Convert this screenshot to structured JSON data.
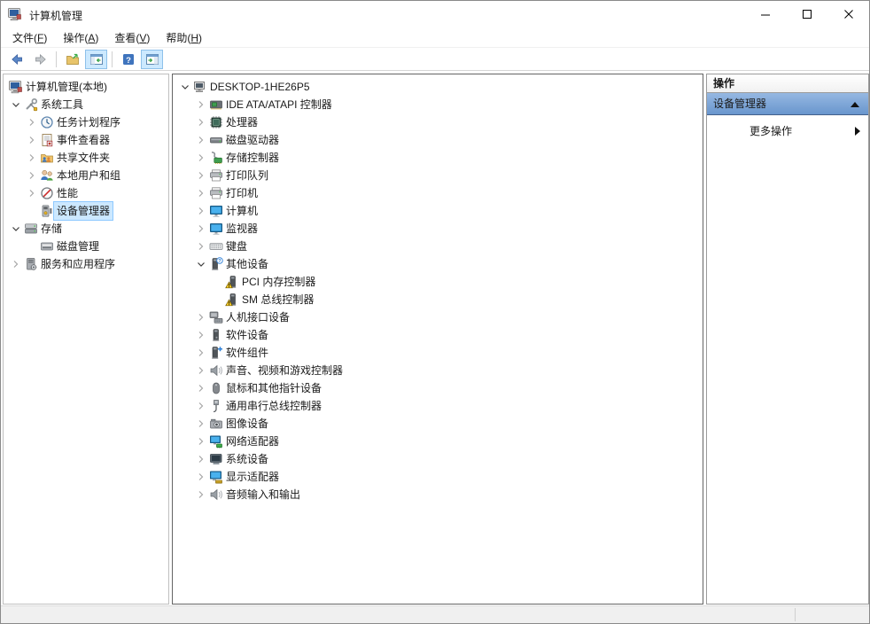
{
  "window": {
    "title": "计算机管理",
    "controls": {
      "minimize": "minimize",
      "maximize": "maximize",
      "close": "close"
    }
  },
  "menu_bar": [
    {
      "pre": "文件(",
      "key": "F",
      "post": ")"
    },
    {
      "pre": "操作(",
      "key": "A",
      "post": ")"
    },
    {
      "pre": "查看(",
      "key": "V",
      "post": ")"
    },
    {
      "pre": "帮助(",
      "key": "H",
      "post": ")"
    }
  ],
  "toolbar": [
    {
      "type": "button",
      "name": "back",
      "icon": "back-arrow-icon",
      "toggled": false
    },
    {
      "type": "button",
      "name": "forward",
      "icon": "forward-arrow-icon",
      "toggled": false
    },
    {
      "type": "sep"
    },
    {
      "type": "button",
      "name": "export",
      "icon": "export-folder-icon",
      "toggled": false
    },
    {
      "type": "button",
      "name": "console-tree",
      "icon": "console-tree-window-icon",
      "toggled": true
    },
    {
      "type": "sep"
    },
    {
      "type": "button",
      "name": "help",
      "icon": "help-icon",
      "toggled": false
    },
    {
      "type": "button",
      "name": "action-pane",
      "icon": "action-pane-window-icon",
      "toggled": true
    }
  ],
  "left_tree": [
    {
      "label": "计算机管理(本地)",
      "icon": "computer-management-icon",
      "level": 0,
      "arrow": "none",
      "selected": false
    },
    {
      "label": "系统工具",
      "icon": "system-tools-icon",
      "level": 1,
      "arrow": "expanded",
      "selected": false
    },
    {
      "label": "任务计划程序",
      "icon": "task-scheduler-icon",
      "level": 2,
      "arrow": "collapsed",
      "selected": false
    },
    {
      "label": "事件查看器",
      "icon": "event-viewer-icon",
      "level": 2,
      "arrow": "collapsed",
      "selected": false
    },
    {
      "label": "共享文件夹",
      "icon": "shared-folders-icon",
      "level": 2,
      "arrow": "collapsed",
      "selected": false
    },
    {
      "label": "本地用户和组",
      "icon": "local-users-groups-icon",
      "level": 2,
      "arrow": "collapsed",
      "selected": false
    },
    {
      "label": "性能",
      "icon": "performance-icon",
      "level": 2,
      "arrow": "collapsed",
      "selected": false
    },
    {
      "label": "设备管理器",
      "icon": "device-manager-icon",
      "level": 2,
      "arrow": "none",
      "selected": true
    },
    {
      "label": "存储",
      "icon": "storage-icon",
      "level": 1,
      "arrow": "expanded",
      "selected": false
    },
    {
      "label": "磁盘管理",
      "icon": "disk-management-icon",
      "level": 2,
      "arrow": "none",
      "selected": false
    },
    {
      "label": "服务和应用程序",
      "icon": "services-applications-icon",
      "level": 1,
      "arrow": "collapsed",
      "selected": false
    }
  ],
  "device_tree": [
    {
      "label": "DESKTOP-1HE26P5",
      "icon": "computer-node-icon",
      "level": 0,
      "arrow": "expanded"
    },
    {
      "label": "IDE ATA/ATAPI 控制器",
      "icon": "ide-controller-icon",
      "level": 1,
      "arrow": "collapsed"
    },
    {
      "label": "处理器",
      "icon": "processor-icon",
      "level": 1,
      "arrow": "collapsed"
    },
    {
      "label": "磁盘驱动器",
      "icon": "disk-drive-icon",
      "level": 1,
      "arrow": "collapsed"
    },
    {
      "label": "存储控制器",
      "icon": "storage-controller-icon",
      "level": 1,
      "arrow": "collapsed"
    },
    {
      "label": "打印队列",
      "icon": "print-queue-icon",
      "level": 1,
      "arrow": "collapsed"
    },
    {
      "label": "打印机",
      "icon": "printer-icon",
      "level": 1,
      "arrow": "collapsed"
    },
    {
      "label": "计算机",
      "icon": "computer-category-icon",
      "level": 1,
      "arrow": "collapsed"
    },
    {
      "label": "监视器",
      "icon": "monitor-icon",
      "level": 1,
      "arrow": "collapsed"
    },
    {
      "label": "键盘",
      "icon": "keyboard-icon",
      "level": 1,
      "arrow": "collapsed"
    },
    {
      "label": "其他设备",
      "icon": "other-devices-icon",
      "level": 1,
      "arrow": "expanded"
    },
    {
      "label": "PCI 内存控制器",
      "icon": "unknown-device-warning-icon",
      "level": 2,
      "arrow": "none"
    },
    {
      "label": "SM 总线控制器",
      "icon": "unknown-device-warning-icon",
      "level": 2,
      "arrow": "none"
    },
    {
      "label": "人机接口设备",
      "icon": "hid-icon",
      "level": 1,
      "arrow": "collapsed"
    },
    {
      "label": "软件设备",
      "icon": "software-device-icon",
      "level": 1,
      "arrow": "collapsed"
    },
    {
      "label": "软件组件",
      "icon": "software-component-icon",
      "level": 1,
      "arrow": "collapsed"
    },
    {
      "label": "声音、视频和游戏控制器",
      "icon": "sound-video-game-icon",
      "level": 1,
      "arrow": "collapsed"
    },
    {
      "label": "鼠标和其他指针设备",
      "icon": "mouse-pointing-icon",
      "level": 1,
      "arrow": "collapsed"
    },
    {
      "label": "通用串行总线控制器",
      "icon": "usb-controller-icon",
      "level": 1,
      "arrow": "collapsed"
    },
    {
      "label": "图像设备",
      "icon": "imaging-device-icon",
      "level": 1,
      "arrow": "collapsed"
    },
    {
      "label": "网络适配器",
      "icon": "network-adapter-icon",
      "level": 1,
      "arrow": "collapsed"
    },
    {
      "label": "系统设备",
      "icon": "system-devices-icon",
      "level": 1,
      "arrow": "collapsed"
    },
    {
      "label": "显示适配器",
      "icon": "display-adapter-icon",
      "level": 1,
      "arrow": "collapsed"
    },
    {
      "label": "音频输入和输出",
      "icon": "audio-inputs-outputs-icon",
      "level": 1,
      "arrow": "collapsed"
    }
  ],
  "actions_pane": {
    "header": "操作",
    "section_title": "设备管理器",
    "more_actions": "更多操作"
  },
  "colors": {
    "selection_bg": "#cce8ff",
    "selection_border": "#8ec9ff",
    "toolbar_toggle_bg": "#cce9ff",
    "action_bar_top": "#96b8e2",
    "action_bar_bottom": "#6996cd",
    "warning_yellow": "#ffd32a",
    "question_blue": "#2f80d8",
    "statusbar_bg": "#f0f0f0"
  }
}
